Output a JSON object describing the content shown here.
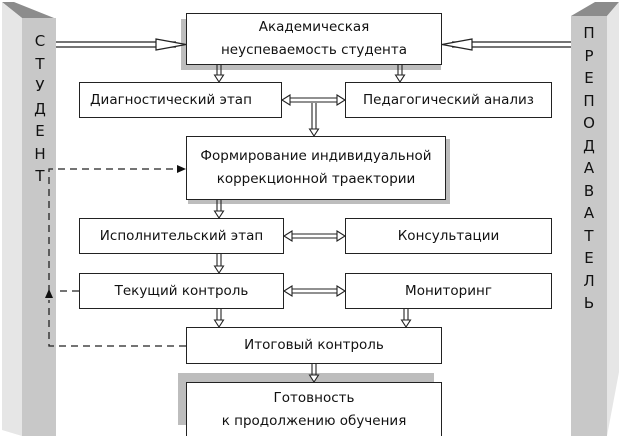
{
  "actors": {
    "left": {
      "label": "СТУДЕНТ",
      "letters": [
        "С",
        "Т",
        "У",
        "Д",
        "Е",
        "Н",
        "Т"
      ]
    },
    "right": {
      "label": "ПРЕПОДАВАТЕЛЬ",
      "letters": [
        "П",
        "Р",
        "Е",
        "П",
        "О",
        "Д",
        "А",
        "В",
        "А",
        "Т",
        "Е",
        "Л",
        "Ь"
      ]
    }
  },
  "nodes": {
    "failure": {
      "lines": [
        "Академическая",
        "неуспеваемость студента"
      ]
    },
    "diagnostic": {
      "text": "Диагностический этап"
    },
    "analysis": {
      "text": "Педагогический анализ"
    },
    "trajectory": {
      "lines": [
        "Формирование индивидуальной",
        "коррекционной траектории"
      ]
    },
    "execution": {
      "text": "Исполнительский этап"
    },
    "consultations": {
      "text": "Консультации"
    },
    "current_control": {
      "text": "Текущий контроль"
    },
    "monitoring": {
      "text": "Мониторинг"
    },
    "final_control": {
      "text": "Итоговый контроль"
    },
    "readiness": {
      "lines": [
        "Готовность",
        "к продолжению обучения"
      ]
    }
  },
  "colors": {
    "pillar_front": "#c8c8c8",
    "pillar_side": "#e6e6e6",
    "pillar_top": "#8c8c8c",
    "shadow": "#bdbdbd",
    "border": "#222222"
  }
}
